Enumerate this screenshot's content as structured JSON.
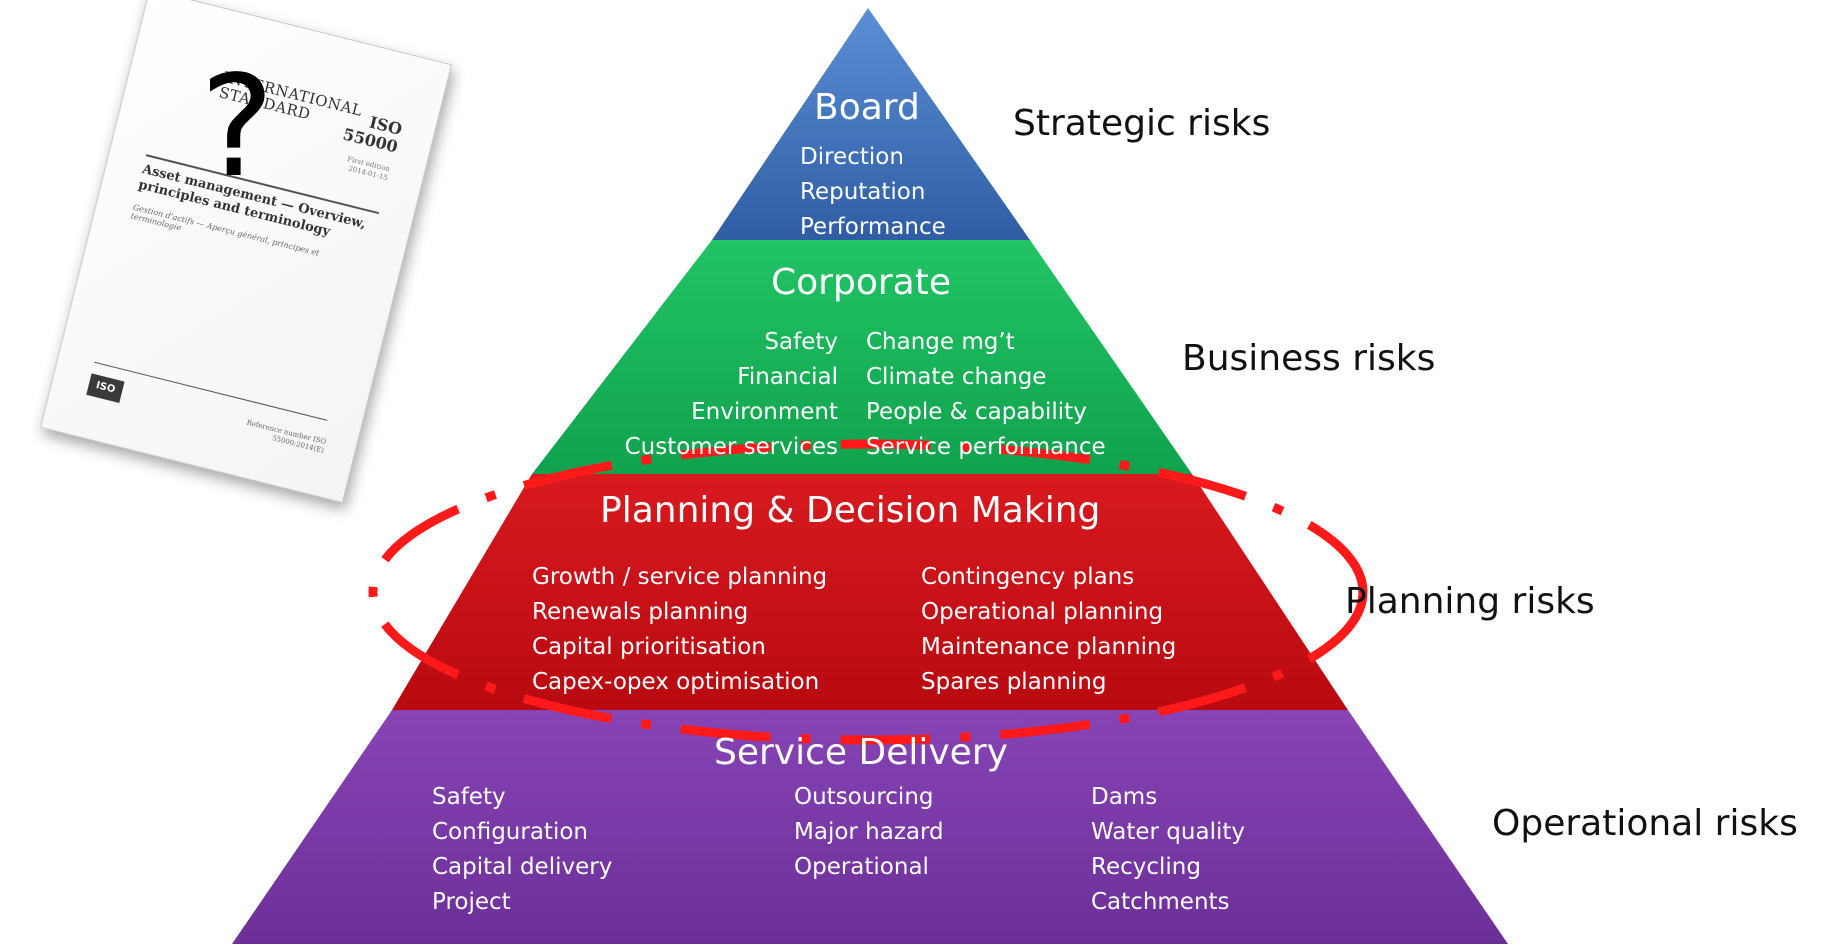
{
  "colors": {
    "board": "#3e6fb5",
    "corporate": "#18b35a",
    "planning": "#cc0d14",
    "delivery": "#7a3ba6",
    "highlight_ellipse": "#ff1a1a"
  },
  "document": {
    "header": "INTERNATIONAL STANDARD",
    "iso_number": "ISO 55000",
    "edition": "First edition 2014-01-15",
    "title": "Asset management — Overview, principles and terminology",
    "subtitle": "Gestion d'actifs — Aperçu général, principes et terminologie",
    "logo_text": "ISO",
    "reference": "Reference number ISO 55000:2014(E)",
    "overlay_mark": "?"
  },
  "tiers": {
    "board": {
      "title": "Board",
      "items": [
        "Direction",
        "Reputation",
        "Performance"
      ]
    },
    "corporate": {
      "title": "Corporate",
      "left_items": [
        "Safety",
        "Financial",
        "Environment",
        "Customer services"
      ],
      "right_items": [
        "Change mg’t",
        "Climate change",
        "People & capability",
        "Service performance"
      ]
    },
    "planning": {
      "title": "Planning & Decision Making",
      "left_items": [
        "Growth / service planning",
        "Renewals planning",
        "Capital prioritisation",
        "Capex-opex optimisation"
      ],
      "right_items": [
        "Contingency plans",
        "Operational planning",
        "Maintenance planning",
        "Spares planning"
      ]
    },
    "delivery": {
      "title": "Service Delivery",
      "col1": [
        "Safety",
        "Configuration",
        "Capital delivery",
        "Project"
      ],
      "col2": [
        "Outsourcing",
        "Major hazard",
        "Operational"
      ],
      "col3": [
        "Dams",
        "Water quality",
        "Recycling",
        "Catchments"
      ]
    }
  },
  "risk_labels": {
    "strategic": "Strategic risks",
    "business": "Business risks",
    "planning": "Planning risks",
    "operational": "Operational risks"
  }
}
